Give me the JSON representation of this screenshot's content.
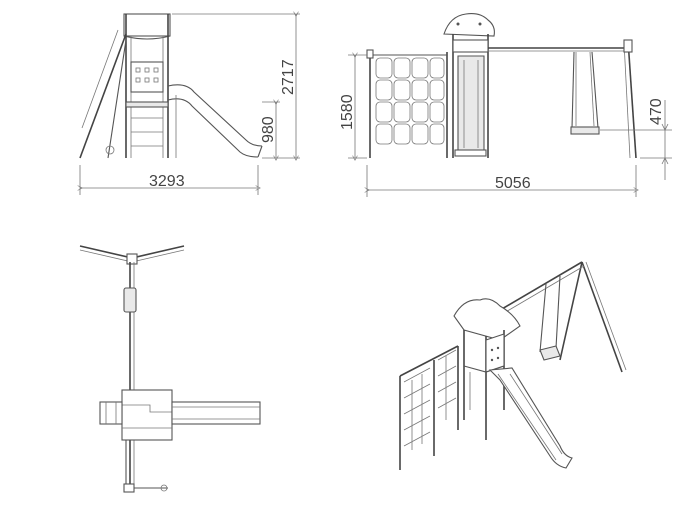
{
  "drawing": {
    "colors": {
      "line": "#555555",
      "dimension": "#777777",
      "background": "#ffffff"
    },
    "side_view": {
      "width_label": "3293",
      "total_height_label": "2717",
      "platform_height_label": "980"
    },
    "front_view": {
      "length_label": "5056",
      "net_height_label": "1580",
      "seat_height_label": "470"
    }
  }
}
